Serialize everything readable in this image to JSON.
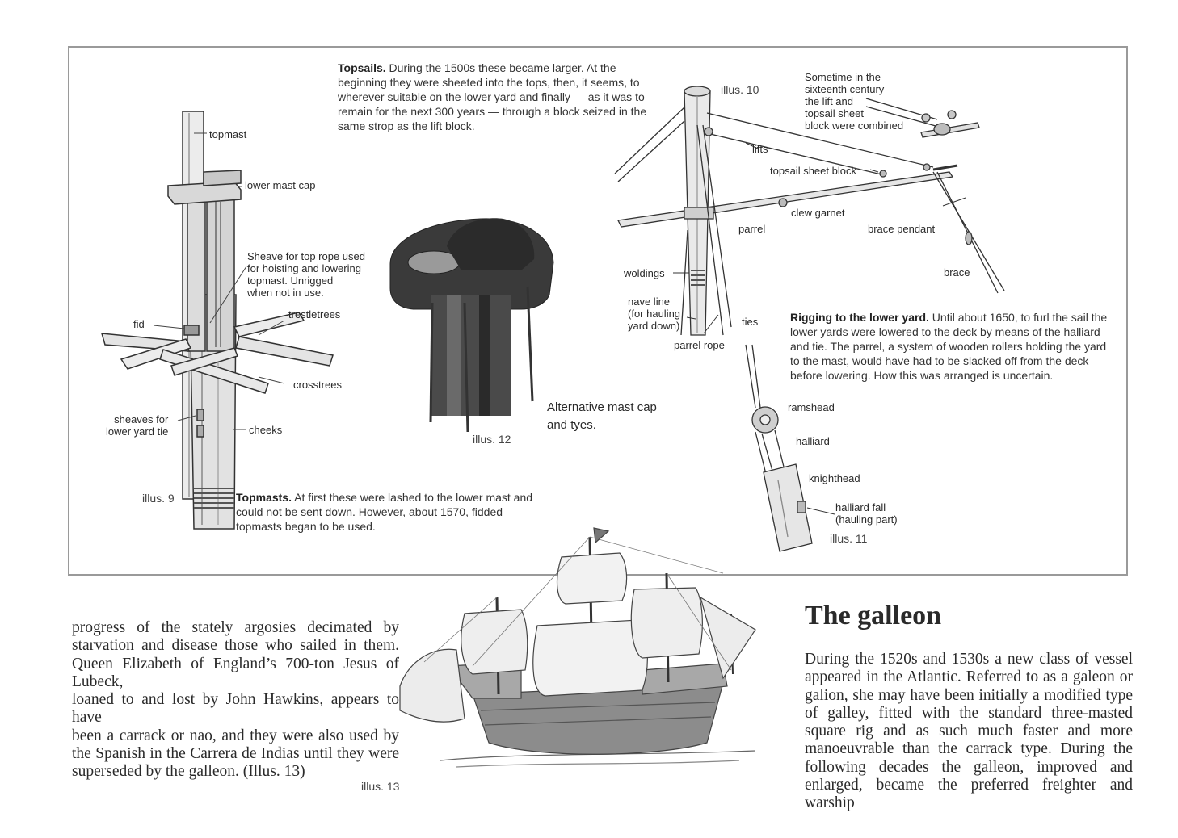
{
  "illustration_labels": {
    "illus9": "illus. 9",
    "illus10": "illus. 10",
    "illus11": "illus. 11",
    "illus12": "illus. 12",
    "illus13": "illus. 13"
  },
  "mast_labels": {
    "topmast": "topmast",
    "lower_mast_cap": "lower mast cap",
    "sheave_note": [
      "Sheave for top rope used",
      "for hoisting and lowering",
      "topmast. Unrigged",
      "when not in use."
    ],
    "trestletrees": "trestletrees",
    "fid": "fid",
    "crosstrees": "crosstrees",
    "sheaves_lower": [
      "sheaves for",
      "lower yard tie"
    ],
    "cheeks": "cheeks"
  },
  "topsails": {
    "heading": "Topsails.",
    "text": " During the 1500s these became larger. At the beginning they were sheeted into the tops, then, it seems, to wherever suitable on the lower yard and finally — as it was to remain for the next 300 years — through a block seized in the same strop as the lift block."
  },
  "topmasts": {
    "heading": "Topmasts.",
    "text": " At first these were lashed to the lower mast and could not be sent down. However, about 1570, fidded topmasts began to be used."
  },
  "alt_cap_caption": [
    "Alternative mast cap",
    "and tyes."
  ],
  "yard_labels": {
    "sometime_note": [
      "Sometime in the",
      "sixteenth century",
      "the lift and",
      "topsail sheet",
      "block were combined"
    ],
    "lifts": "lifts",
    "topsail_sheet_block": "topsail sheet block",
    "clew_garnet": "clew garnet",
    "parrel": "parrel",
    "brace_pendant": "brace pendant",
    "brace": "brace",
    "woldings": "woldings",
    "nave_line": [
      "nave line",
      "(for hauling",
      "yard down)"
    ],
    "ties": "ties",
    "parrel_rope": "parrel rope"
  },
  "rigging": {
    "heading": "Rigging to the lower yard.",
    "text": " Until about 1650, to furl the sail the lower yards were lowered to the deck by means of the halliard and tie. The parrel, a system of wooden rollers holding the yard to the mast, would have had to be slacked off from the deck before lowering. How this was arranged is uncertain."
  },
  "halliard_labels": {
    "ramshead": "ramshead",
    "halliard": "halliard",
    "knighthead": "knighthead",
    "halliard_fall": [
      "halliard fall",
      "(hauling part)"
    ]
  },
  "left_column": {
    "lines": [
      "progress of the stately argosies decimated by",
      "starvation and disease those who sailed in them.",
      "Queen Elizabeth of England’s 700-ton Jesus of Lubeck,",
      "loaned to and lost by John Hawkins, appears to have",
      "been a carrack or nao, and they were also used by",
      "the Spanish in the Carrera de Indias until they were",
      "superseded by the galleon. (Illus. 13)"
    ]
  },
  "galleon": {
    "title": "The galleon",
    "lines": [
      "During the 1520s and 1530s a new class of vessel",
      "appeared in the Atlantic. Referred to as a galeon or",
      "galion, she may have been initially a modified type",
      "of galley, fitted with the standard three-masted",
      "square rig and as such much faster and more",
      "manoeuvrable than the carrack type. During the",
      "following decades the galleon, improved and",
      "enlarged, became the preferred freighter and warship"
    ]
  }
}
